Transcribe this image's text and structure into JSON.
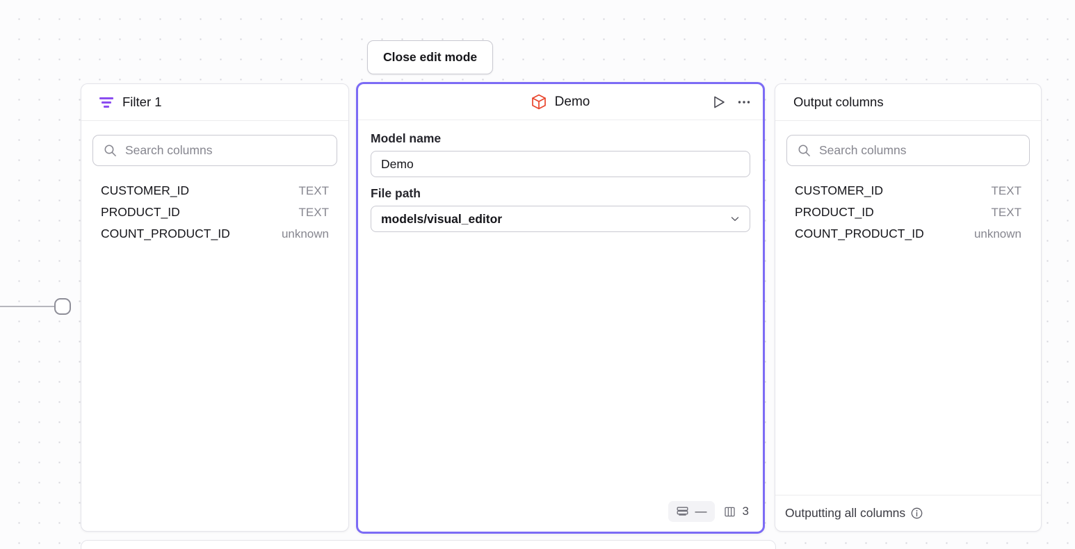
{
  "toolbar": {
    "close_edit_mode_label": "Close edit mode"
  },
  "filter_panel": {
    "title": "Filter 1",
    "icon": "filter-icon",
    "search": {
      "placeholder": "Search columns",
      "icon": "search-icon",
      "value": ""
    },
    "columns": [
      {
        "name": "CUSTOMER_ID",
        "type": "TEXT"
      },
      {
        "name": "PRODUCT_ID",
        "type": "TEXT"
      },
      {
        "name": "COUNT_PRODUCT_ID",
        "type": "unknown"
      }
    ]
  },
  "demo_node": {
    "title": "Demo",
    "icon": "cube-icon",
    "accent_color": "#7c6bf5",
    "icon_color": "#e8452c",
    "actions": [
      {
        "name": "run-button",
        "icon": "play-icon"
      },
      {
        "name": "more-options-button",
        "icon": "ellipsis-icon"
      }
    ],
    "fields": {
      "model_name_label": "Model name",
      "model_name_value": "Demo",
      "file_path_label": "File path",
      "file_path_value": "models/visual_editor",
      "file_path_chevron": "chevron-down-icon"
    },
    "stats": {
      "rows_icon": "rows-icon",
      "rows_value": "—",
      "columns_icon": "columns-icon",
      "columns_value": "3"
    }
  },
  "output_panel": {
    "title": "Output columns",
    "search": {
      "placeholder": "Search columns",
      "icon": "search-icon",
      "value": ""
    },
    "columns": [
      {
        "name": "CUSTOMER_ID",
        "type": "TEXT"
      },
      {
        "name": "PRODUCT_ID",
        "type": "TEXT"
      },
      {
        "name": "COUNT_PRODUCT_ID",
        "type": "unknown"
      }
    ],
    "footer": {
      "text": "Outputting all columns",
      "icon": "info-icon"
    }
  }
}
